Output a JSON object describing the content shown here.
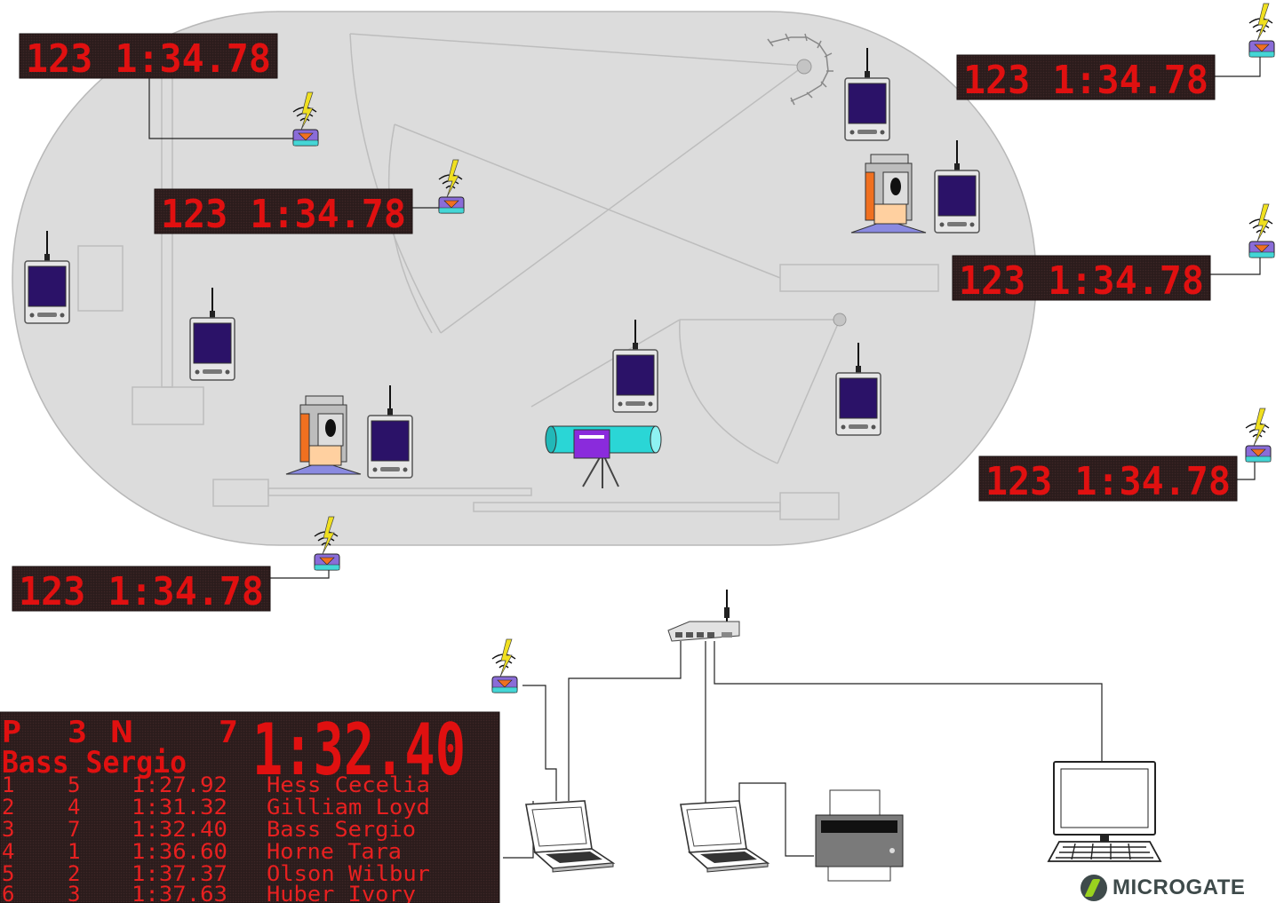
{
  "displays": {
    "small_text": "123  1:34.78"
  },
  "scoreboard": {
    "header": {
      "p_label": "P",
      "p_value": "3",
      "n_label": "N",
      "n_value": "7",
      "time": "1:32.40"
    },
    "athlete": "Bass Sergio",
    "rows": [
      {
        "rank": "1",
        "lane": "5",
        "time": "1:27.92",
        "name": "Hess Cecelia"
      },
      {
        "rank": "2",
        "lane": "4",
        "time": "1:31.32",
        "name": "Gilliam Loyd"
      },
      {
        "rank": "3",
        "lane": "7",
        "time": "1:32.40",
        "name": "Bass Sergio"
      },
      {
        "rank": "4",
        "lane": "1",
        "time": "1:36.60",
        "name": "Horne Tara"
      },
      {
        "rank": "5",
        "lane": "2",
        "time": "1:37.37",
        "name": "Olson Wilbur"
      },
      {
        "rank": "6",
        "lane": "3",
        "time": "1:37.63",
        "name": "Huber Ivory"
      }
    ]
  },
  "brand": {
    "name": "MICROGATE"
  },
  "colors": {
    "field": "#dcdcdc",
    "field_outline": "#b8b8b8",
    "led": "#e01010",
    "led_panel": "#2a1a1a",
    "device_screen": "#2b1268",
    "transceiver": "#8a6cd8",
    "photocell": "#2ad6d6"
  }
}
